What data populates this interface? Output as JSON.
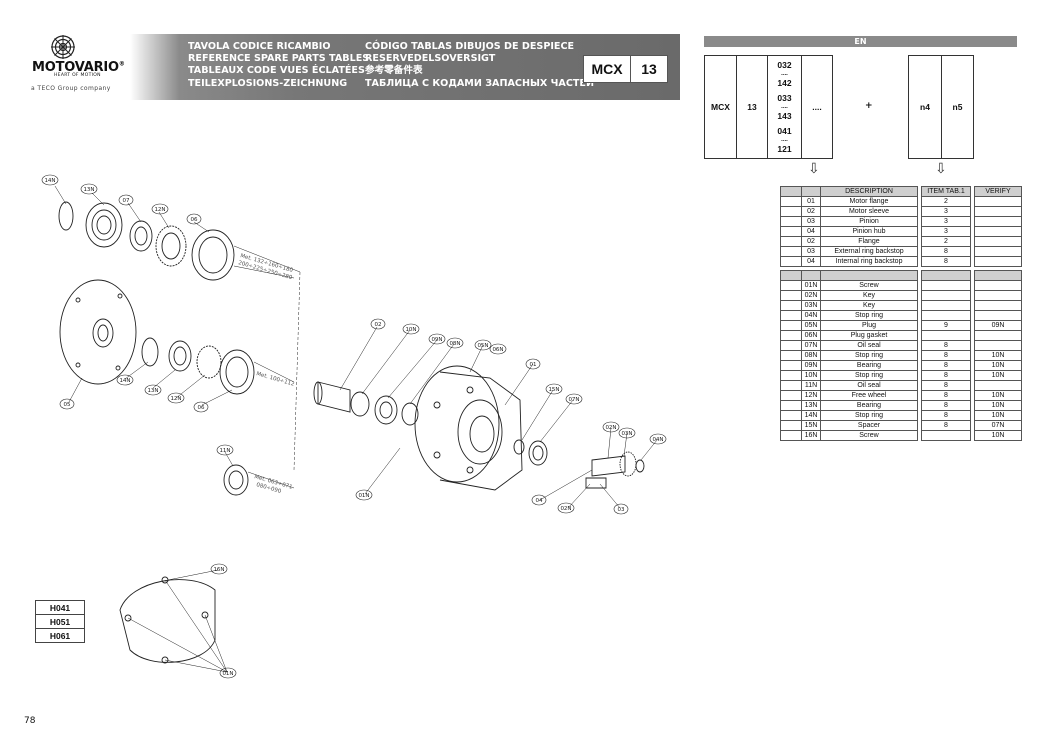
{
  "brand": {
    "name": "MOTOVARIO",
    "registered": "®",
    "tagline": "HEART OF MOTION",
    "group": "a TECO Group company"
  },
  "header": {
    "col1": [
      "TAVOLA CODICE RICAMBIO",
      "REFERENCE SPARE PARTS TABLES",
      "TABLEAUX CODE VUES ÉCLATÉES",
      "TEILEXPLOSIONS-ZEICHNUNG"
    ],
    "col2": [
      "CÓDIGO TABLAS DIBUJOS DE DESPIECE",
      "RESERVEDELSOVERSIGT",
      "参考零备件表",
      "ТАБЛИЦА С КОДАМИ ЗАПАСНЫХ ЧАСТЕЙ"
    ],
    "code_series": "MCX",
    "code_table": "13"
  },
  "code_strip": {
    "lang": "EN",
    "series": "MCX",
    "table": "13",
    "sizes": [
      {
        "from": "032",
        "sep": "....",
        "to": "142"
      },
      {
        "from": "033",
        "sep": "....",
        "to": "143"
      },
      {
        "from": "041",
        "sep": "....",
        "to": "121"
      }
    ],
    "dots": "....",
    "plus": "+",
    "n4": "n4",
    "n5": "n5",
    "arrow": "⇩"
  },
  "parts_table": {
    "headers": [
      "",
      "DESCRIPTION",
      "ITEM TAB.1",
      "VERIFY"
    ],
    "rows": [
      {
        "code": "01",
        "desc": "Motor flange",
        "item": "2",
        "verify": ""
      },
      {
        "code": "02",
        "desc": "Motor sleeve",
        "item": "3",
        "verify": ""
      },
      {
        "code": "03",
        "desc": "Pinion",
        "item": "3",
        "verify": ""
      },
      {
        "code": "04",
        "desc": "Pinion hub",
        "item": "3",
        "verify": ""
      },
      {
        "code": "02",
        "desc": "Flange",
        "item": "2",
        "verify": ""
      },
      {
        "code": "03",
        "desc": "External ring backstop",
        "item": "8",
        "verify": ""
      },
      {
        "code": "04",
        "desc": "Internal ring backstop",
        "item": "8",
        "verify": ""
      }
    ]
  },
  "normals_table": {
    "rows": [
      {
        "code": "01N",
        "desc": "Screw",
        "item": "",
        "verify": ""
      },
      {
        "code": "02N",
        "desc": "Key",
        "item": "",
        "verify": ""
      },
      {
        "code": "03N",
        "desc": "Key",
        "item": "",
        "verify": ""
      },
      {
        "code": "04N",
        "desc": "Stop ring",
        "item": "",
        "verify": ""
      },
      {
        "code": "05N",
        "desc": "Plug",
        "item": "9",
        "verify": "09N"
      },
      {
        "code": "06N",
        "desc": "Plug gasket",
        "item": "",
        "verify": ""
      },
      {
        "code": "07N",
        "desc": "Oil seal",
        "item": "8",
        "verify": ""
      },
      {
        "code": "08N",
        "desc": "Stop ring",
        "item": "8",
        "verify": "10N"
      },
      {
        "code": "09N",
        "desc": "Bearing",
        "item": "8",
        "verify": "10N"
      },
      {
        "code": "10N",
        "desc": "Stop ring",
        "item": "8",
        "verify": "10N"
      },
      {
        "code": "11N",
        "desc": "Oil seal",
        "item": "8",
        "verify": ""
      },
      {
        "code": "12N",
        "desc": "Free wheel",
        "item": "8",
        "verify": "10N"
      },
      {
        "code": "13N",
        "desc": "Bearing",
        "item": "8",
        "verify": "10N"
      },
      {
        "code": "14N",
        "desc": "Stop ring",
        "item": "8",
        "verify": "10N"
      },
      {
        "code": "15N",
        "desc": "Spacer",
        "item": "8",
        "verify": "07N"
      },
      {
        "code": "16N",
        "desc": "Screw",
        "item": "",
        "verify": "10N"
      }
    ]
  },
  "drawing_labels": {
    "l14N": "14N",
    "l13N": "13N",
    "l07": "07",
    "l12N": "12N",
    "l06": "06",
    "met1": "Met. 132÷160÷180",
    "met1b": "200÷225÷250÷280",
    "l05": "05",
    "l14Nb": "14N",
    "l13Nb": "13N",
    "l12Nb": "12N",
    "l06b": "06",
    "met2": "Met. 100÷112",
    "l11N": "11N",
    "met3": "Met. 063÷071",
    "met3b": "080÷090",
    "l02": "02",
    "l10N": "10N",
    "l09N": "09N",
    "l08N": "08N",
    "l05N": "05N",
    "l06N": "06N",
    "l01": "01",
    "l15N": "15N",
    "l07N": "07N",
    "l02N": "02N",
    "l03N": "03N",
    "l04N": "04N",
    "l01N": "01N",
    "l04": "04",
    "l02Nb": "02N",
    "l03": "03",
    "l16N": "16N",
    "l01Nb": "01N"
  },
  "variants": [
    "H041",
    "H051",
    "H061"
  ],
  "page_number": "78"
}
